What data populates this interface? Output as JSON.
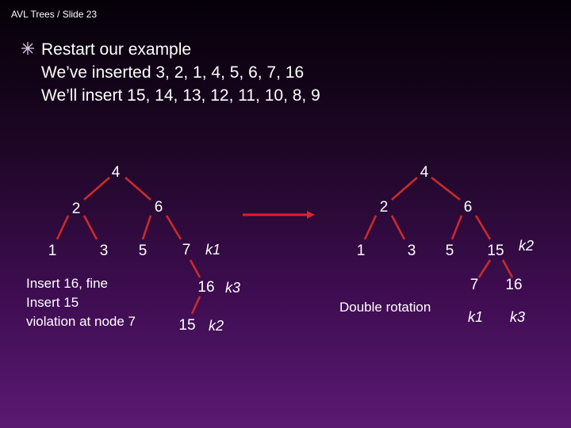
{
  "header": "AVL Trees / Slide 23",
  "bullet": {
    "icon": "star-bullet-icon",
    "lines": [
      "Restart our example",
      "We’ve inserted 3, 2, 1, 4, 5, 6, 7, 16",
      "We’ll insert 15, 14, 13, 12, 11, 10, 8, 9"
    ]
  },
  "left_note": [
    "Insert 16, fine",
    "Insert 15",
    "violation at node 7"
  ],
  "right_note": "Double rotation",
  "colors": {
    "edge": "#cc2a2a",
    "text": "#ffffff",
    "arrow": "#e0202a"
  },
  "left_tree": {
    "nodes": [
      "4",
      "2",
      "6",
      "1",
      "3",
      "5",
      "7",
      "16",
      "15"
    ],
    "labels": [
      "k1",
      "k3",
      "k2"
    ]
  },
  "right_tree": {
    "nodes": [
      "4",
      "2",
      "6",
      "1",
      "3",
      "5",
      "15",
      "7",
      "16"
    ],
    "labels": [
      "k2",
      "k1",
      "k3"
    ]
  }
}
